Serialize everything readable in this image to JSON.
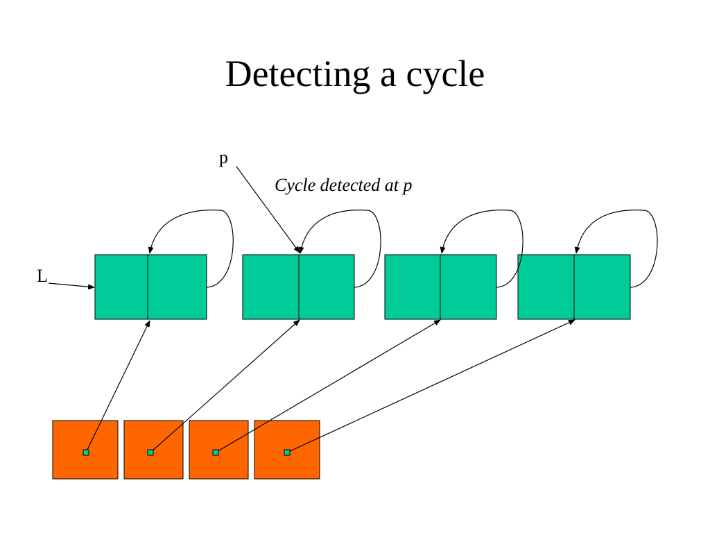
{
  "slide": {
    "title": "Detecting a cycle"
  },
  "labels": {
    "list_head": "L",
    "pointer": "p",
    "annotation": "Cycle detected at p"
  },
  "colors": {
    "list_node_fill": "#00cc99",
    "array_cell_fill": "#ff6600",
    "pointer_dot_fill": "#00cc99",
    "stroke": "#000000"
  },
  "diagram": {
    "list_node_count": 4,
    "array_cell_count": 4
  }
}
